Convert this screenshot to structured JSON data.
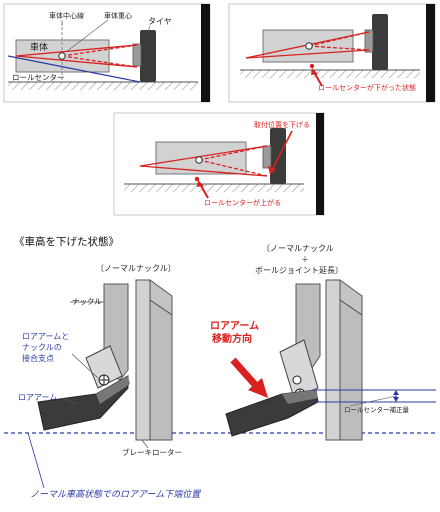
{
  "top_diagrams": {
    "panel1": {
      "label_center_line": "車体中心線",
      "label_body_cg": "車体重心",
      "label_tire": "タイヤ",
      "label_body": "車体",
      "label_roll_center": "ロールセンター"
    },
    "panel2": {
      "label_rc_lowered": "ロールセンターが下がった状態"
    },
    "panel3": {
      "label_lower_mount": "取付位置を下げる",
      "label_rc_raised": "ロールセンターが上がる"
    }
  },
  "lower_section": {
    "title": "《車高を下げた状態》",
    "left_caption": "〔ノーマルナックル〕",
    "right_caption_line1": "〔ノーマルナックル",
    "right_caption_plus": "＋",
    "right_caption_line2": "ボールジョイント延長〕",
    "label_knuckle": "ナックル",
    "label_joint_line1": "ロアアームと",
    "label_joint_line2": "ナックルの",
    "label_joint_line3": "接合支点",
    "label_lower_arm": "ロアアーム",
    "label_move_line1": "ロアアーム",
    "label_move_line2": "移動方向",
    "label_rc_correction": "ロールセンター補正量",
    "label_brake_rotor": "ブレーキローター",
    "footer_note": "ノーマル車高状態でのロアアーム下端位置"
  },
  "colors": {
    "red": "#d9211f",
    "blue": "#2b3aa6",
    "body_gray": "#d2d2d2",
    "dark": "#3b3b3b",
    "black_bar": "#111111"
  }
}
